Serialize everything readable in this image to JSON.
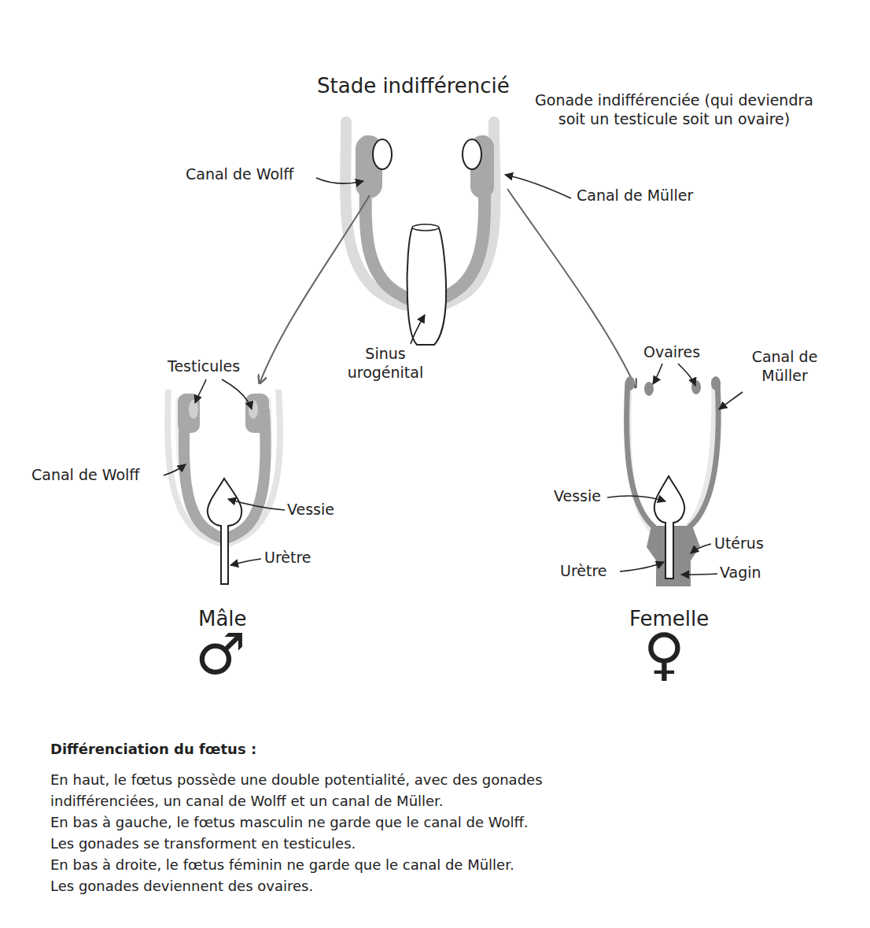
{
  "diagram": {
    "labels": [
      "Stade indifférencié",
      "Gonade indifférenciée (qui deviendra soit un testicule soit un ovaire)",
      "Canal de Wolff",
      "Canal de Müller",
      "Sinus urogénital",
      "Testicules",
      "Canal de Wolff",
      "Vessie",
      "Urètre",
      "Mâle",
      "♂",
      "Ovaires",
      "Canal de Müller",
      "Vessie",
      "Utérus",
      "Urètre",
      "Vagin",
      "Femelle",
      "♀",
      "Différenciation du fœtus :",
      "En haut, le fœtus possède une double potentialité, avec des gonades",
      "indifférenciées, un canal de Wolff et un canal de Müller.",
      "En bas à gauche, le fœtus masculin ne garde que le canal de Wolff.",
      "Les gonades se transforment en testicules.",
      "En bas à droite, le fœtus féminin ne garde que le canal de Müller.",
      "Les gonades deviennent des ovaires."
    ]
  }
}
